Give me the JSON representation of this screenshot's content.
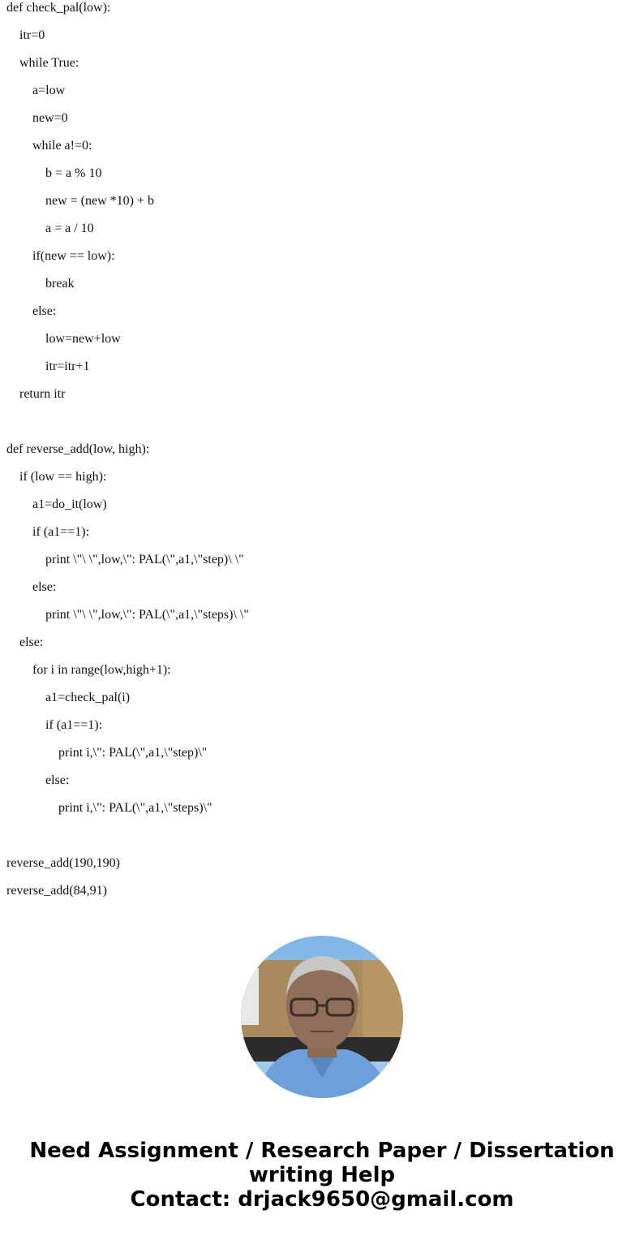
{
  "code": {
    "lines": [
      {
        "indent": 0,
        "text": "def check_pal(low):"
      },
      {
        "indent": 1,
        "text": "itr=0"
      },
      {
        "indent": 1,
        "text": "while True:"
      },
      {
        "indent": 2,
        "text": "a=low"
      },
      {
        "indent": 2,
        "text": "new=0"
      },
      {
        "indent": 2,
        "text": "while a!=0:"
      },
      {
        "indent": 3,
        "text": "b = a % 10"
      },
      {
        "indent": 3,
        "text": "new = (new *10) + b"
      },
      {
        "indent": 3,
        "text": "a = a / 10"
      },
      {
        "indent": 2,
        "text": "if(new == low):"
      },
      {
        "indent": 3,
        "text": "break"
      },
      {
        "indent": 2,
        "text": "else:"
      },
      {
        "indent": 3,
        "text": "low=new+low"
      },
      {
        "indent": 3,
        "text": "itr=itr+1"
      },
      {
        "indent": 1,
        "text": "return itr"
      },
      {
        "indent": 0,
        "text": ""
      },
      {
        "indent": 0,
        "text": "def reverse_add(low, high):"
      },
      {
        "indent": 1,
        "text": "if (low == high):"
      },
      {
        "indent": 2,
        "text": "a1=do_it(low)"
      },
      {
        "indent": 2,
        "text": "if (a1==1):"
      },
      {
        "indent": 3,
        "text": "print \\\"\\ \\\",low,\\\": PAL(\\\",a1,\\\"step)\\ \\\""
      },
      {
        "indent": 2,
        "text": "else:"
      },
      {
        "indent": 3,
        "text": "print \\\"\\ \\\",low,\\\": PAL(\\\",a1,\\\"steps)\\ \\\""
      },
      {
        "indent": 1,
        "text": "else:"
      },
      {
        "indent": 2,
        "text": "for i in range(low,high+1):"
      },
      {
        "indent": 3,
        "text": "a1=check_pal(i)"
      },
      {
        "indent": 3,
        "text": "if (a1==1):"
      },
      {
        "indent": 4,
        "text": "print i,\\\": PAL(\\\",a1,\\\"step)\\\""
      },
      {
        "indent": 3,
        "text": "else:"
      },
      {
        "indent": 4,
        "text": "print i,\\\": PAL(\\\",a1,\\\"steps)\\\""
      },
      {
        "indent": 0,
        "text": ""
      },
      {
        "indent": 0,
        "text": "reverse_add(190,190)"
      },
      {
        "indent": 0,
        "text": "reverse_add(84,91)"
      }
    ]
  },
  "avatar": {
    "icon": "person-photo"
  },
  "footer": {
    "line1": "Need Assignment / Research Paper / Dissertation",
    "line2": "writing Help",
    "line3": "Contact: drjack9650@gmail.com"
  }
}
